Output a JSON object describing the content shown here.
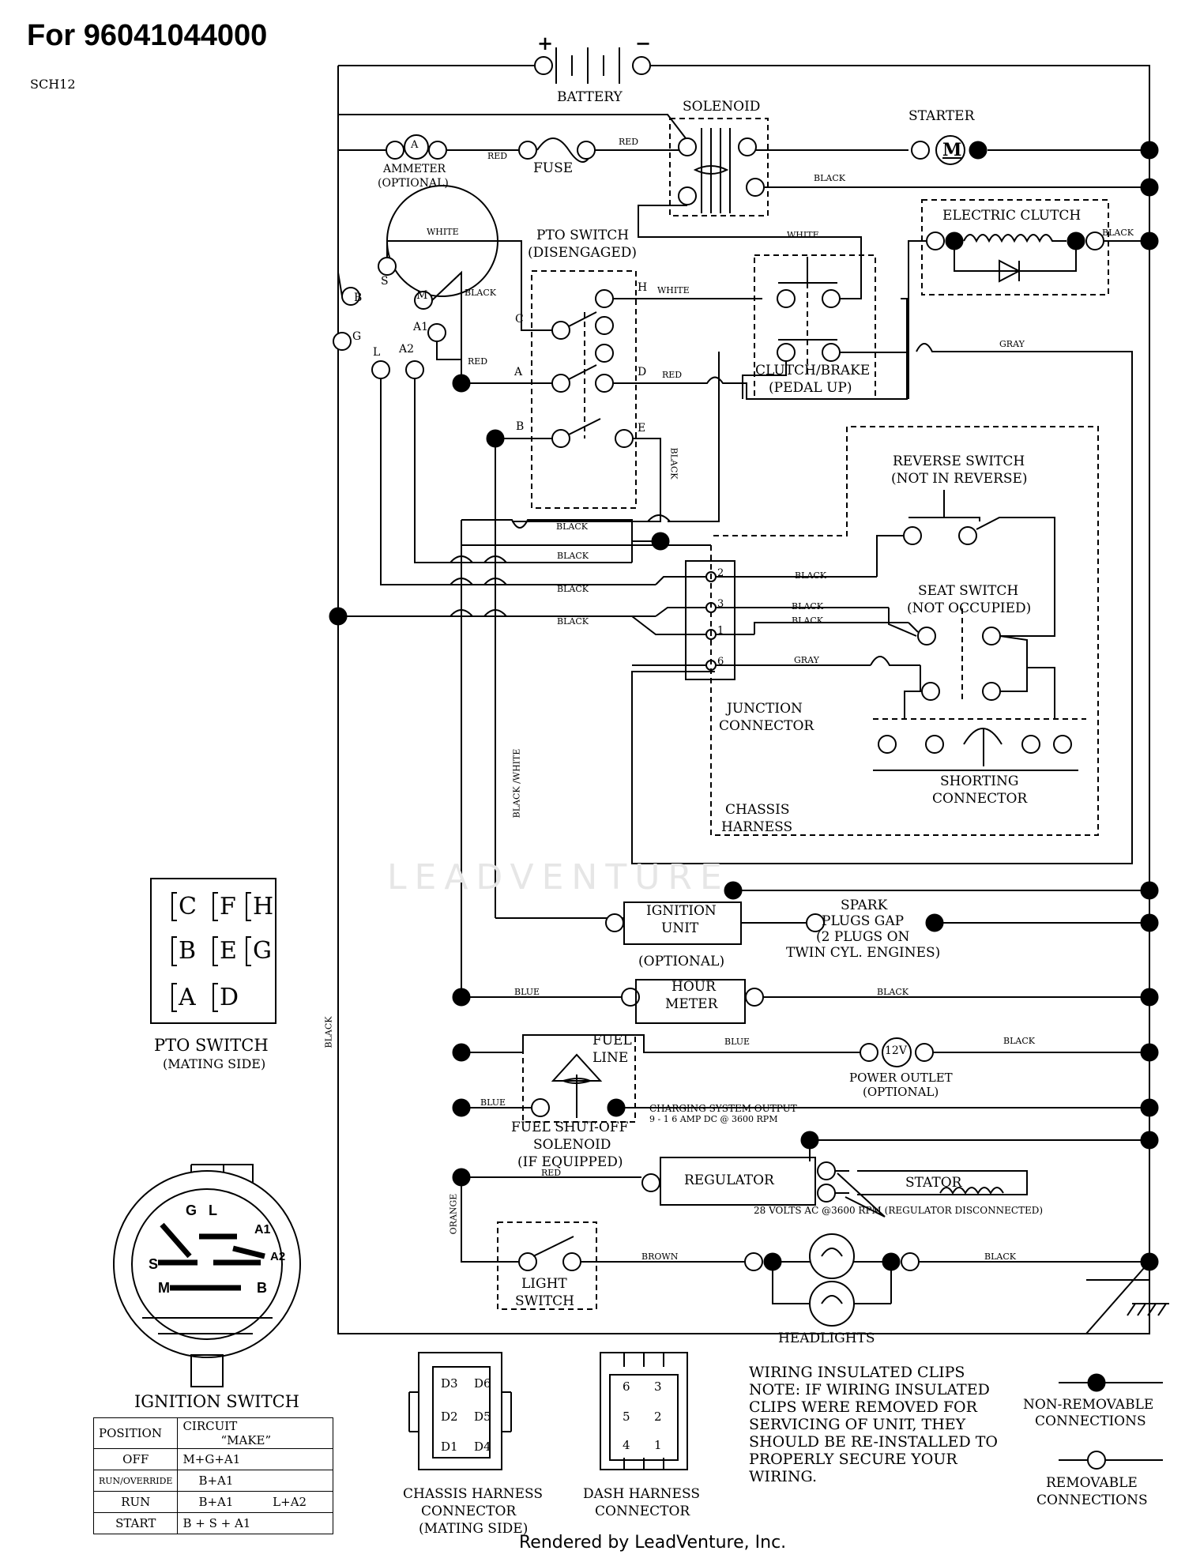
{
  "header": {
    "title": "For 96041044000",
    "code": "SCH12"
  },
  "components": {
    "battery": "BATTERY",
    "plus": "+",
    "minus": "−",
    "solenoid": "SOLENOID",
    "starter": "STARTER",
    "starter_mark": "M",
    "ammeter": "AMMETER",
    "ammeter_opt": "(OPTIONAL)",
    "ammeter_mark": "A",
    "fuse": "FUSE",
    "electric_clutch": "ELECTRIC CLUTCH",
    "pto_switch": "PTO SWITCH",
    "pto_state": "(DISENGAGED)",
    "clutch_brake": "CLUTCH/BRAKE",
    "clutch_brake_state": "(PEDAL UP)",
    "reverse_switch": "REVERSE SWITCH",
    "reverse_state": "(NOT IN REVERSE)",
    "seat_switch": "SEAT SWITCH",
    "seat_state": "(NOT OCCUPIED)",
    "junction": "JUNCTION",
    "connector": "CONNECTOR",
    "shorting": "SHORTING",
    "shorting_conn": "CONNECTOR",
    "chassis": "CHASSIS",
    "harness": "HARNESS",
    "ignition_unit_1": "IGNITION",
    "ignition_unit_2": "UNIT",
    "spark_1": "SPARK",
    "spark_2": "PLUGS GAP",
    "spark_3": "(2 PLUGS ON",
    "spark_4": "TWIN CYL. ENGINES)",
    "optional": "(OPTIONAL)",
    "hour_1": "HOUR",
    "hour_2": "METER",
    "fuel_1": "FUEL",
    "fuel_2": "LINE",
    "power_outlet": "POWER OUTLET",
    "power_opt": "(OPTIONAL)",
    "outlet_mark": "12V",
    "fuel_shutoff_1": "FUEL SHUT-OFF",
    "fuel_shutoff_2": "SOLENOID",
    "fuel_shutoff_3": "(IF EQUIPPED)",
    "charging_1": "CHARGING SYSTEM OUTPUT",
    "charging_2": "9 - 1 6 AMP DC @ 3600 RPM",
    "regulator": "REGULATOR",
    "stator": "STATOR",
    "ac_note": "28 VOLTS AC @3600 RPM (REGULATOR DISCONNECTED)",
    "light_1": "LIGHT",
    "light_2": "SWITCH",
    "headlights": "HEADLIGHTS"
  },
  "wires": {
    "red": "RED",
    "black": "BLACK",
    "white": "WHITE",
    "gray": "GRAY",
    "blue": "BLUE",
    "brown": "BROWN",
    "orange": "ORANGE",
    "black_white": "BLACK /WHITE"
  },
  "terminals": {
    "B": "B",
    "S": "S",
    "M": "M",
    "A1": "A1",
    "A2": "A2",
    "L": "L",
    "G": "G",
    "C": "C",
    "H": "H",
    "A": "A",
    "D": "D",
    "E": "E",
    "j2": "2",
    "j3": "3",
    "j1": "1",
    "j6": "6"
  },
  "pto_mating": {
    "grid": [
      "C",
      "F",
      "H",
      "B",
      "E",
      "G",
      "A",
      "D"
    ],
    "title": "PTO SWITCH",
    "subtitle": "(MATING SIDE)"
  },
  "ignition_switch": {
    "title": "IGNITION SWITCH",
    "face_labels": [
      "G",
      "L",
      "A1",
      "S",
      "A2",
      "M",
      "B"
    ],
    "columns": [
      "POSITION",
      "CIRCUIT",
      "“MAKE”"
    ],
    "rows": [
      {
        "position": "OFF",
        "circuit": "M+G+A1",
        "extra": ""
      },
      {
        "position": "RUN/OVERRIDE",
        "circuit": "B+A1",
        "extra": ""
      },
      {
        "position": "RUN",
        "circuit": "B+A1",
        "extra": "L+A2"
      },
      {
        "position": "START",
        "circuit": "B + S + A1",
        "extra": ""
      }
    ]
  },
  "chassis_connector": {
    "pins": [
      "D3",
      "D6",
      "D2",
      "D5",
      "D1",
      "D4"
    ],
    "title_1": "CHASSIS HARNESS",
    "title_2": "CONNECTOR",
    "title_3": "(MATING SIDE)"
  },
  "dash_connector": {
    "pins": [
      "6",
      "3",
      "5",
      "2",
      "4",
      "1"
    ],
    "title_1": "DASH HARNESS",
    "title_2": "CONNECTOR"
  },
  "note": {
    "heading": "WIRING INSULATED CLIPS",
    "lines": [
      "NOTE:  IF WIRING INSULATED",
      "CLIPS WERE REMOVED FOR",
      "SERVICING OF UNIT, THEY",
      "SHOULD BE RE-INSTALLED TO",
      "PROPERLY SECURE YOUR",
      "WIRING."
    ]
  },
  "legend": {
    "non_removable_1": "NON-REMOVABLE",
    "non_removable_2": "CONNECTIONS",
    "removable_1": "REMOVABLE",
    "removable_2": "CONNECTIONS"
  },
  "watermark": "LEADVENTURE",
  "footer": "Rendered by LeadVenture, Inc."
}
